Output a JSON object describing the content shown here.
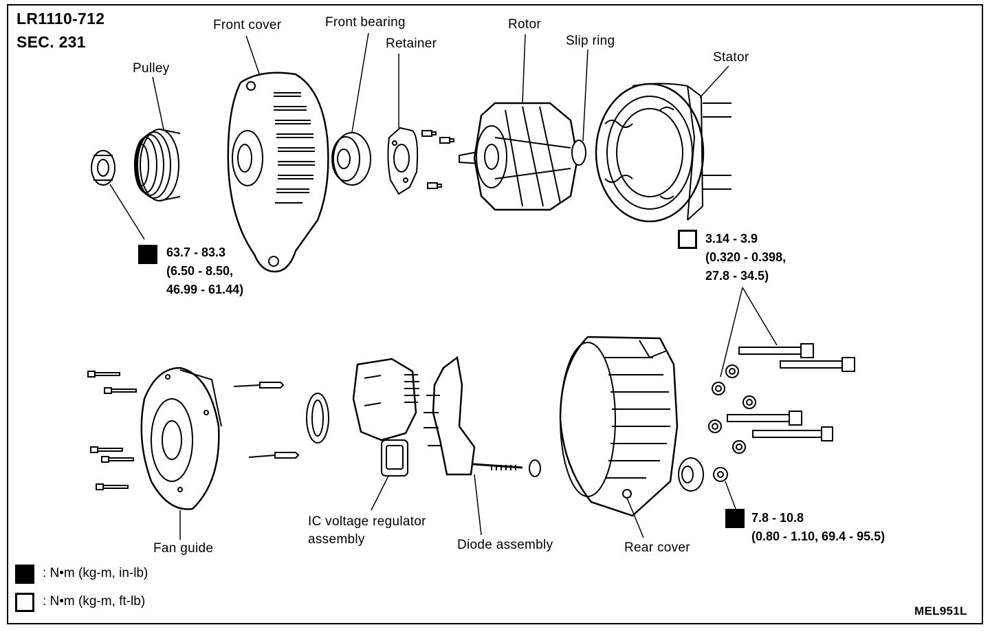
{
  "header": {
    "model": "LR1110-712",
    "section": "SEC. 231"
  },
  "labels": {
    "front_cover": "Front cover",
    "front_bearing": "Front bearing",
    "retainer": "Retainer",
    "rotor": "Rotor",
    "slip_ring": "Slip ring",
    "stator": "Stator",
    "pulley": "Pulley",
    "fan_guide": "Fan guide",
    "ic_regulator_1": "IC voltage regulator",
    "ic_regulator_2": "assembly",
    "diode_assembly": "Diode assembly",
    "rear_cover": "Rear cover"
  },
  "torque": {
    "pulley_nut": [
      "63.7 - 83.3",
      "(6.50 - 8.50,",
      "46.99 - 61.44)"
    ],
    "through_bolt": [
      "3.14 - 3.9",
      "(0.320 - 0.398,",
      "27.8 - 34.5)"
    ],
    "rear_nut": [
      "7.8 - 10.8",
      "(0.80 - 1.10, 69.4 - 95.5)"
    ]
  },
  "legend": {
    "in_lb": ": N•m (kg-m, in-lb)",
    "ft_lb": ": N•m (kg-m, ft-lb)"
  },
  "figure_code": "MEL951L",
  "icons": {
    "in_lb": "torque-wrench-filled-icon",
    "ft_lb": "torque-wrench-outline-icon"
  }
}
